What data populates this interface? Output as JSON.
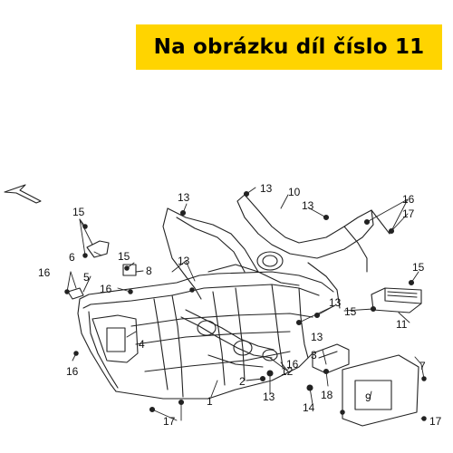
{
  "banner": {
    "text": "Na obrázku díl číslo 11",
    "background": "#ffd400",
    "text_color": "#000000"
  },
  "diagram": {
    "line_color": "#222222",
    "callouts": [
      "1",
      "2",
      "3",
      "4",
      "5",
      "6",
      "7",
      "8",
      "9",
      "10",
      "11",
      "12",
      "13",
      "13",
      "13",
      "13",
      "13",
      "13",
      "13",
      "14",
      "15",
      "15",
      "15",
      "15",
      "16",
      "16",
      "16",
      "16",
      "16",
      "17",
      "17",
      "17",
      "17",
      "17",
      "18"
    ]
  }
}
